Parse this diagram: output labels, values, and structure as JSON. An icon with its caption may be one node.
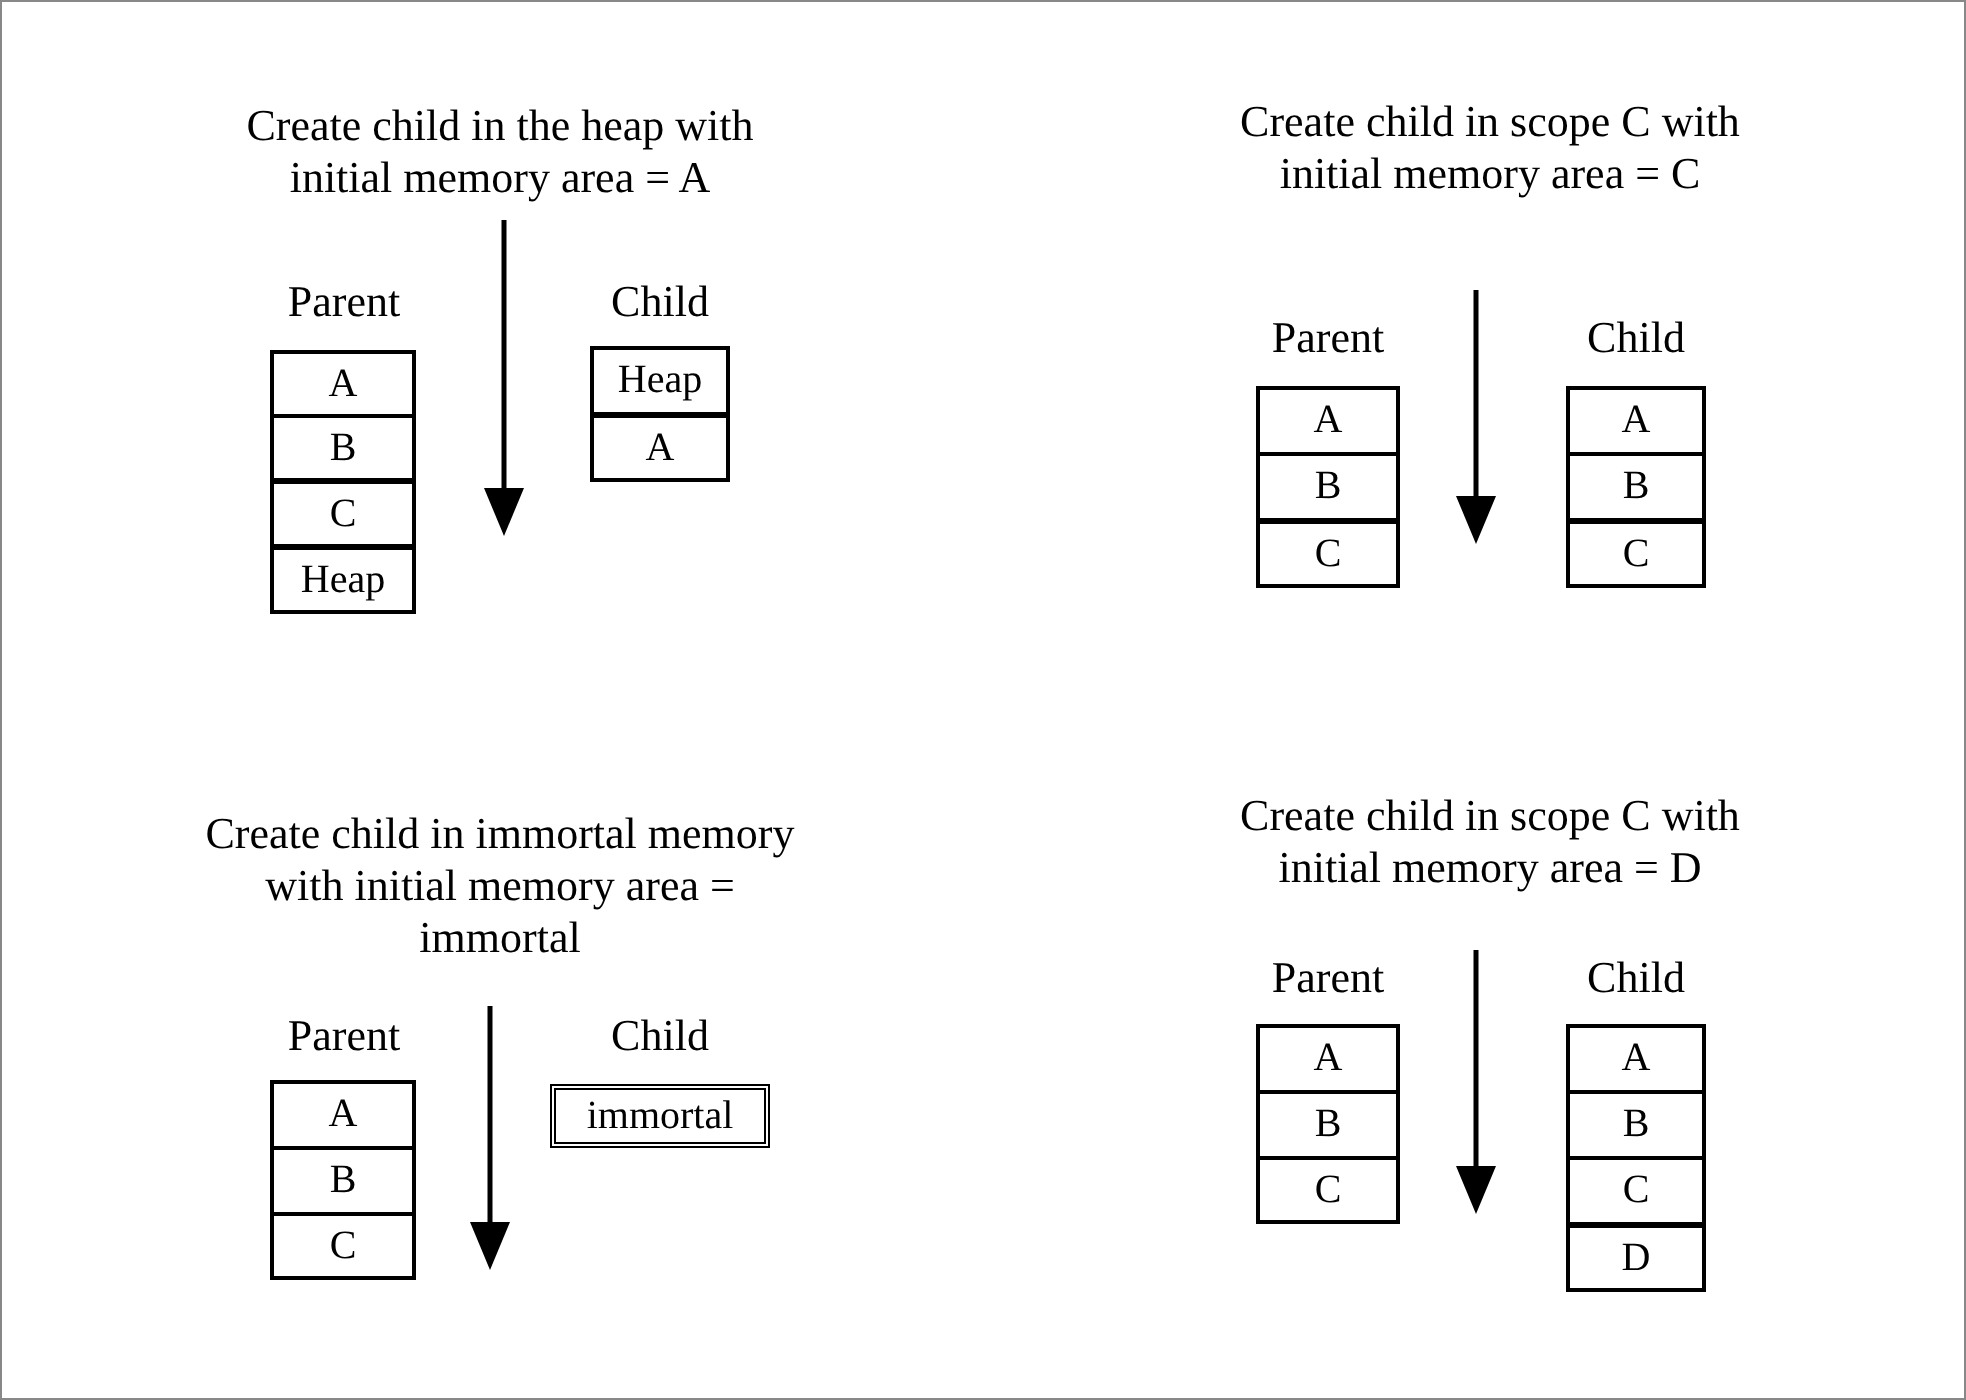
{
  "diagram": {
    "nodes": [
      {
        "text": [
          "A"
        ]
      },
      {
        "text": [
          "B"
        ]
      },
      {
        "text": [
          "C"
        ]
      },
      {
        "text": [
          "Heap"
        ]
      },
      {
        "text": [
          "Heap"
        ]
      },
      {
        "text": [
          "A"
        ]
      },
      {
        "text": [
          "A"
        ]
      },
      {
        "text": [
          "B"
        ]
      },
      {
        "text": [
          "C"
        ]
      },
      {
        "text": [
          "A"
        ]
      },
      {
        "text": [
          "B"
        ]
      },
      {
        "text": [
          "C"
        ]
      },
      {
        "text": [
          "A"
        ]
      },
      {
        "text": [
          "B"
        ]
      },
      {
        "text": [
          "C"
        ]
      },
      {
        "text": [
          "immortal"
        ]
      },
      {
        "text": [
          "A"
        ]
      },
      {
        "text": [
          "B"
        ]
      },
      {
        "text": [
          "C"
        ]
      },
      {
        "text": [
          "A"
        ]
      },
      {
        "text": [
          "B"
        ]
      },
      {
        "text": [
          "C"
        ]
      },
      {
        "text": [
          "D"
        ]
      }
    ],
    "edges": [],
    "labels": [
      "Create child in the heap with initial memory area = A",
      "Create child in scope C with initial memory area = C",
      "Parent",
      "Child",
      "Parent",
      "Child",
      "Create child in immortal memory with initial memory area = immortal",
      "Create child in scope C with initial memory area = D",
      "Parent",
      "Child",
      "Parent",
      "Child"
    ]
  }
}
